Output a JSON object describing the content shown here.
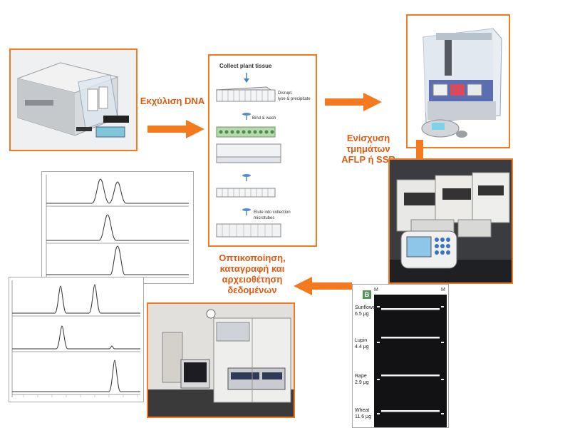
{
  "labels": {
    "extraction": "Εκχύλιση DNA",
    "amplification": [
      "Ενίσχυση",
      "τμημάτων",
      "AFLP ή SSR"
    ],
    "visualization": [
      "Οπτικοποίηση,",
      "καταγραφή και",
      "αρχειοθέτηση",
      "δεδομένων"
    ]
  },
  "protocol": {
    "title": "Collect plant tissue",
    "steps": [
      "Disrupt,",
      "lyse & precipitate",
      "Bind & wash",
      "Elute into collection",
      "microtubes"
    ]
  },
  "gel": {
    "panel_letter": "B",
    "marker_left": "M",
    "marker_right": "M",
    "lanes": [
      {
        "species": "Sunflower",
        "amount": "6.5 μg"
      },
      {
        "species": "Lupin",
        "amount": "4.4 μg"
      },
      {
        "species": "Rape",
        "amount": "2.9 μg"
      },
      {
        "species": "Wheat",
        "amount": "11.6 μg"
      }
    ]
  },
  "colors": {
    "accent": "#f47a20",
    "label_text": "#e05a10"
  }
}
